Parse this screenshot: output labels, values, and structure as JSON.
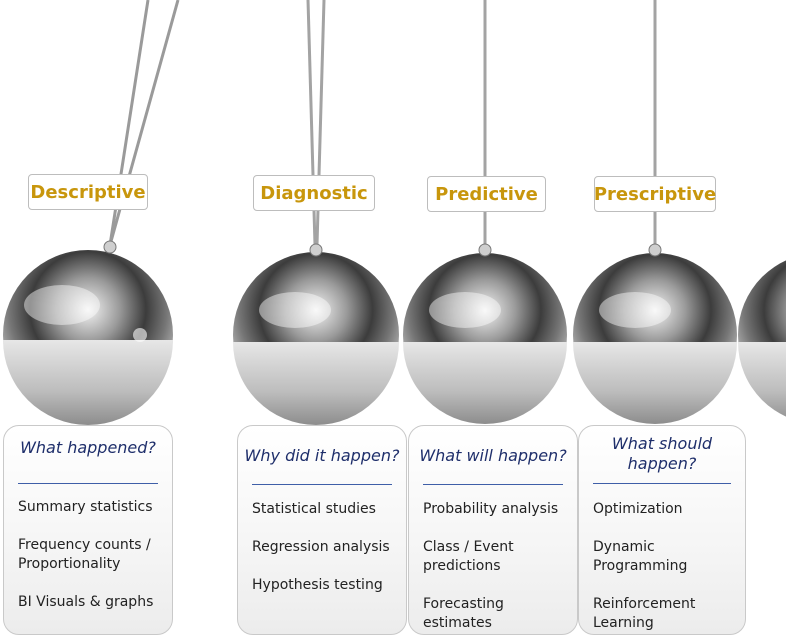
{
  "stages": [
    {
      "label": "Descriptive",
      "question": "What happened?",
      "items": [
        "Summary statistics",
        "Frequency counts / Proportionality",
        "BI Visuals & graphs"
      ]
    },
    {
      "label": "Diagnostic",
      "question": "Why did it happen?",
      "items": [
        "Statistical studies",
        "Regression analysis",
        "Hypothesis testing"
      ]
    },
    {
      "label": "Predictive",
      "question": "What will happen?",
      "items": [
        "Probability analysis",
        "Class / Event predictions",
        "Forecasting estimates"
      ]
    },
    {
      "label": "Prescriptive",
      "question": "What should happen?",
      "items": [
        "Optimization",
        "Dynamic Programming",
        "Reinforcement Learning"
      ]
    }
  ],
  "colors": {
    "label_text": "#c8960c",
    "question_text": "#1f2f6b",
    "rule": "#3f5fa8"
  }
}
